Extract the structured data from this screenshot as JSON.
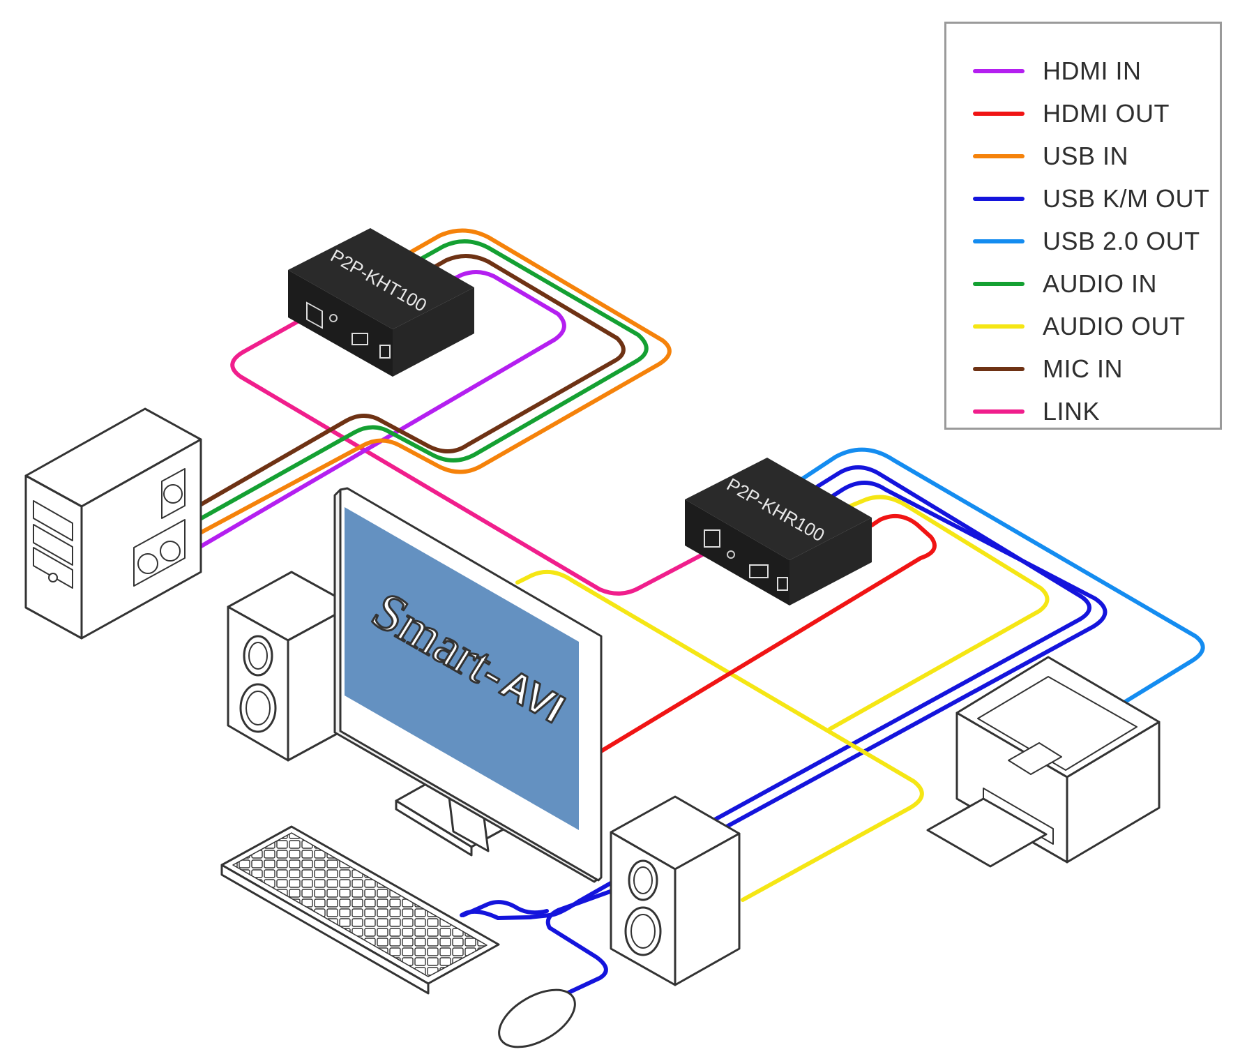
{
  "legend": {
    "items": [
      {
        "label": "HDMI IN",
        "color": "#b41ff0"
      },
      {
        "label": "HDMI OUT",
        "color": "#f01414"
      },
      {
        "label": "USB IN",
        "color": "#f5820a"
      },
      {
        "label": "USB K/M OUT",
        "color": "#1414dc"
      },
      {
        "label": "USB 2.0 OUT",
        "color": "#148cf0"
      },
      {
        "label": "AUDIO IN",
        "color": "#14a032"
      },
      {
        "label": "AUDIO OUT",
        "color": "#f5e614"
      },
      {
        "label": "MIC IN",
        "color": "#6e3214"
      },
      {
        "label": "LINK",
        "color": "#f01e8c"
      }
    ]
  },
  "devices": {
    "transmitter_label": "P2P-KHT100",
    "receiver_label": "P2P-KHR100",
    "monitor_logo_text": "Smart-",
    "monitor_logo_mark": "AVI"
  }
}
